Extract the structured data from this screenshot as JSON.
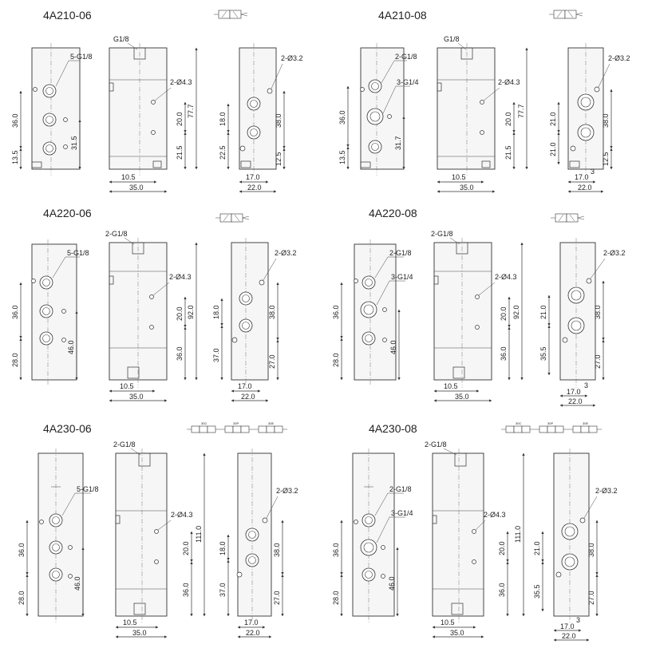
{
  "models": {
    "m1": {
      "title": "4A210-06",
      "front": {
        "port": "5-G1/8",
        "d1": "36.0",
        "d2": "13.5",
        "d3": "31.5"
      },
      "side": {
        "top_port": "G1/8",
        "hole": "2-Ø4.3",
        "h_total": "77.7",
        "h_mid": "20.0",
        "h_low": "21.5",
        "w_off": "10.5",
        "w": "35.0"
      },
      "end": {
        "hole": "2-Ø3.2",
        "h1": "18.0",
        "h2": "22.5",
        "h3": "38.0",
        "h4": "12.5",
        "w1": "17.0",
        "w2": "22.0"
      }
    },
    "m2": {
      "title": "4A210-08",
      "front": {
        "port_a": "2-G1/8",
        "port_b": "3-G1/4",
        "d1": "36.0",
        "d2": "13.5",
        "d3": "31.7"
      },
      "side": {
        "top_port": "G1/8",
        "hole": "2-Ø4.3",
        "h_total": "77.7",
        "h_mid": "20.0",
        "h_low": "21.5",
        "w_off": "10.5",
        "w": "35.0"
      },
      "end": {
        "hole": "2-Ø3.2",
        "h1": "21.0",
        "h2": "21.0",
        "h3": "38.0",
        "h4": "12.5",
        "small": "3",
        "w1": "17.0",
        "w2": "22.0"
      }
    },
    "m3": {
      "title": "4A220-06",
      "front": {
        "port": "5-G1/8",
        "d1": "36.0",
        "d2": "28.0",
        "d3": "46.0"
      },
      "side": {
        "top_port": "2-G1/8",
        "hole": "2-Ø4.3",
        "h_total": "92.0",
        "h_mid": "20.0",
        "h_low": "36.0",
        "w_off": "10.5",
        "w": "35.0"
      },
      "end": {
        "hole": "2-Ø3.2",
        "h1": "18.0",
        "h2": "37.0",
        "h3": "38.0",
        "h4": "27.0",
        "w1": "17.0",
        "w2": "22.0"
      }
    },
    "m4": {
      "title": "4A220-08",
      "front": {
        "port_a": "2-G1/8",
        "port_b": "3-G1/4",
        "d1": "36.0",
        "d2": "28.0",
        "d3": "46.0"
      },
      "side": {
        "top_port": "2-G1/8",
        "hole": "2-Ø4.3",
        "h_total": "92.0",
        "h_mid": "20.0",
        "h_low": "36.0",
        "w_off": "10.5",
        "w": "35.0"
      },
      "end": {
        "hole": "2-Ø3.2",
        "h1": "21.0",
        "h2": "35.5",
        "h3": "38.0",
        "h4": "27.0",
        "small": "3",
        "w1": "17.0",
        "w2": "22.0"
      }
    },
    "m5": {
      "title": "4A230-06",
      "front": {
        "port": "5-G1/8",
        "d1": "36.0",
        "d2": "28.0",
        "d3": "46.0"
      },
      "side": {
        "top_port": "2-G1/8",
        "hole": "2-Ø4.3",
        "h_total": "111.0",
        "h_mid": "20.0",
        "h_low": "36.0",
        "w_off": "10.5",
        "w": "35.0"
      },
      "end": {
        "hole": "2-Ø3.2",
        "h1": "18.0",
        "h2": "37.0",
        "h3": "38.0",
        "h4": "27.0",
        "w1": "17.0",
        "w2": "22.0"
      },
      "symbols": [
        "30C",
        "30P",
        "30E"
      ]
    },
    "m6": {
      "title": "4A230-08",
      "front": {
        "port_a": "2-G1/8",
        "port_b": "3-G1/4",
        "d1": "36.0",
        "d2": "28.0",
        "d3": "46.0"
      },
      "side": {
        "top_port": "2-G1/8",
        "hole": "2-Ø4.3",
        "h_total": "111.0",
        "h_mid": "20.0",
        "h_low": "36.0",
        "w_off": "10.5",
        "w": "35.0"
      },
      "end": {
        "hole": "2-Ø3.2",
        "h1": "21.0",
        "h2": "35.5",
        "h3": "38.0",
        "h4": "27.0",
        "small": "3",
        "w1": "17.0",
        "w2": "22.0"
      },
      "symbols": [
        "30C",
        "30P",
        "30E"
      ]
    }
  }
}
